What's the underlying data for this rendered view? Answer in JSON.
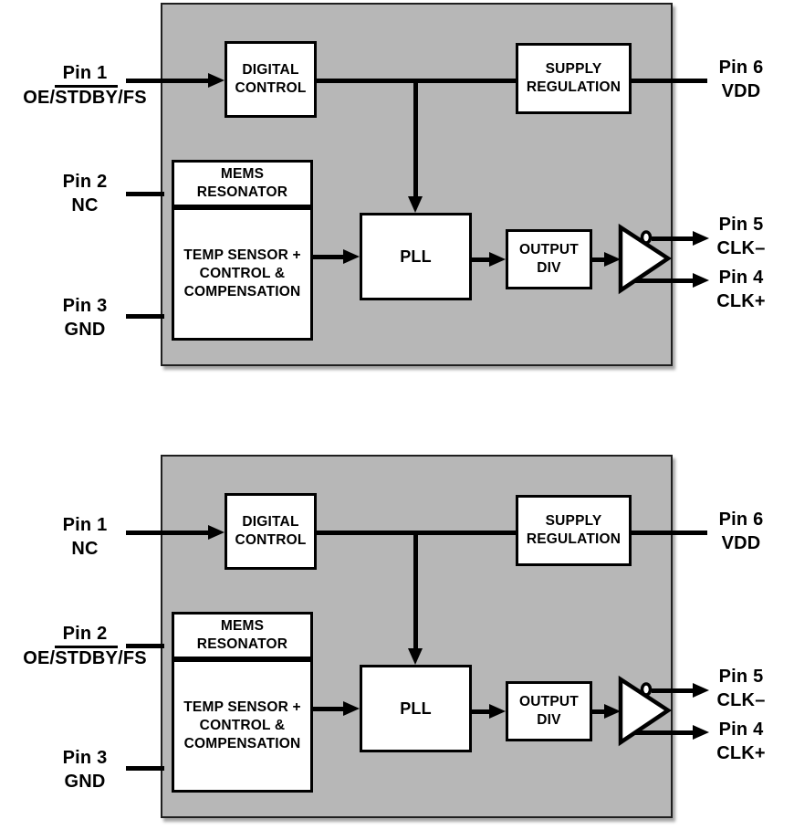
{
  "page": {
    "background": "#ffffff"
  },
  "colors": {
    "chip_fill": "#b7b7b7",
    "block_fill": "#ffffff",
    "line": "#000000"
  },
  "diagrams": [
    {
      "variant": "variant-1",
      "blocks": {
        "digital_control": "DIGITAL\nCONTROL",
        "supply_regulation": "SUPPLY\nREGULATION",
        "mems_resonator": "MEMS\nRESONATOR",
        "temp_sensor": "TEMP SENSOR +\nCONTROL &\nCOMPENSATION",
        "pll": "PLL",
        "output_div": "OUTPUT\nDIV"
      },
      "pins": {
        "pin1": {
          "name": "Pin 1",
          "signal_pre": "OE/",
          "signal_over": "STDBY",
          "signal_post": "/FS"
        },
        "pin2": {
          "name": "Pin 2",
          "signal_pre": "NC",
          "signal_over": "",
          "signal_post": ""
        },
        "pin3": {
          "name": "Pin 3",
          "signal_pre": "GND",
          "signal_over": "",
          "signal_post": ""
        },
        "pin6": {
          "name": "Pin 6",
          "signal": "VDD"
        },
        "pin5": {
          "name": "Pin 5",
          "signal": "CLK–"
        },
        "pin4": {
          "name": "Pin 4",
          "signal": "CLK+"
        }
      }
    },
    {
      "variant": "variant-2",
      "blocks": {
        "digital_control": "DIGITAL\nCONTROL",
        "supply_regulation": "SUPPLY\nREGULATION",
        "mems_resonator": "MEMS\nRESONATOR",
        "temp_sensor": "TEMP SENSOR +\nCONTROL &\nCOMPENSATION",
        "pll": "PLL",
        "output_div": "OUTPUT\nDIV"
      },
      "pins": {
        "pin1": {
          "name": "Pin 1",
          "signal_pre": "NC",
          "signal_over": "",
          "signal_post": ""
        },
        "pin2": {
          "name": "Pin 2",
          "signal_pre": "OE/",
          "signal_over": "STDBY",
          "signal_post": "/FS"
        },
        "pin3": {
          "name": "Pin 3",
          "signal_pre": "GND",
          "signal_over": "",
          "signal_post": ""
        },
        "pin6": {
          "name": "Pin 6",
          "signal": "VDD"
        },
        "pin5": {
          "name": "Pin 5",
          "signal": "CLK–"
        },
        "pin4": {
          "name": "Pin 4",
          "signal": "CLK+"
        }
      }
    }
  ]
}
